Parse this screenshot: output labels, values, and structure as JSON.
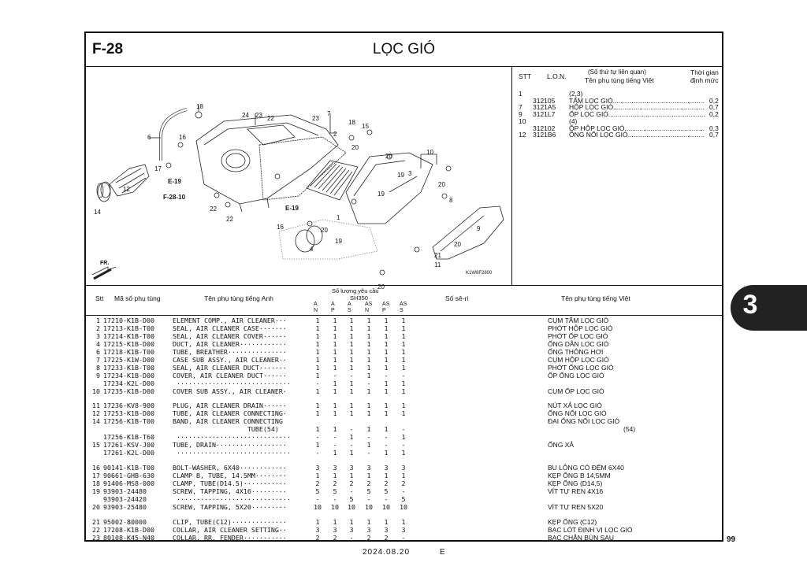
{
  "header": {
    "code": "F-28",
    "title": "LỌC GIÓ"
  },
  "diagram": {
    "code": "K1W8F2800",
    "fr_label": "FR.",
    "callouts": [
      "18",
      "6",
      "16",
      "24",
      "23",
      "22",
      "23",
      "7",
      "18",
      "15",
      "2",
      "20",
      "20",
      "10",
      "3",
      "19",
      "20",
      "8",
      "19",
      "17",
      "12",
      "E-19",
      "F-28-10",
      "14",
      "22",
      "22",
      "E-19",
      "16",
      "1",
      "20",
      "9",
      "19",
      "4",
      "20",
      "21",
      "11",
      "20"
    ]
  },
  "ref_table": {
    "h_stt": "STT",
    "h_lon": "L.O.N.",
    "h_desc_1": "(Số thứ tự liên quan)",
    "h_desc_2": "Tên phụ tùng tiếng Việt",
    "h_time_1": "Thời gian",
    "h_time_2": "định mức",
    "rows": [
      {
        "stt": "1",
        "lon": "",
        "desc": "(2,3)",
        "time": ""
      },
      {
        "stt": "",
        "lon": "312105",
        "desc": "TẤM LỌC GIÓ...........................................................",
        "time": "0,2"
      },
      {
        "stt": "7",
        "lon": "3121A5",
        "desc": "HỘP LỌC GIÓ...........................................................",
        "time": "0,7"
      },
      {
        "stt": "9",
        "lon": "3121L7",
        "desc": "ỐP LỌC GIÓ.............................................................",
        "time": "0,2"
      },
      {
        "stt": "10",
        "lon": "",
        "desc": "(4)",
        "time": ""
      },
      {
        "stt": "",
        "lon": "312102",
        "desc": "ỐP HỘP LỌC GIÓ.......................................................",
        "time": "0,3"
      },
      {
        "stt": "12",
        "lon": "3121B6",
        "desc": "ỐNG NỐI LỌC GIÓ......................................................",
        "time": "0,7"
      }
    ]
  },
  "parts_table": {
    "h_stt": "Stt",
    "h_partno": "Mã số phụ tùng",
    "h_en": "Tên phụ tùng tiếng Anh",
    "h_qty": "Số lượng yêu cầu",
    "h_model": "SH350",
    "qty_cols": [
      {
        "a": "A",
        "b": "N"
      },
      {
        "a": "A",
        "b": "P"
      },
      {
        "a": "A",
        "b": "S"
      },
      {
        "a": "AS",
        "b": "N"
      },
      {
        "a": "AS",
        "b": "P"
      },
      {
        "a": "AS",
        "b": "S"
      }
    ],
    "h_serial": "Số sê-ri",
    "h_vn": "Tên phụ tùng tiếng Việt",
    "rows": [
      {
        "stt": "1",
        "pn": "17210-K1B-D00",
        "en": "ELEMENT COMP., AIR CLEANER···",
        "q": [
          "1",
          "1",
          "1",
          "1",
          "1",
          "1"
        ],
        "vn": "CỤM TẤM LỌC GIÓ",
        "y": 0
      },
      {
        "stt": "2",
        "pn": "17213-K1B-T00",
        "en": "SEAL, AIR CLEANER CASE·······",
        "q": [
          "1",
          "1",
          "1",
          "1",
          "1",
          "1"
        ],
        "vn": "PHỚT HỘP LỌC GIÓ",
        "y": 1
      },
      {
        "stt": "3",
        "pn": "17214-K1B-T00",
        "en": "SEAL, AIR CLEANER COVER······",
        "q": [
          "1",
          "1",
          "1",
          "1",
          "1",
          "1"
        ],
        "vn": "PHỚT ỐP LỌC GIÓ",
        "y": 2
      },
      {
        "stt": "4",
        "pn": "17215-K1B-D00",
        "en": "DUCT, AIR CLEANER············",
        "q": [
          "1",
          "1",
          "1",
          "1",
          "1",
          "1"
        ],
        "vn": "ỐNG DẪN LỌC GIÓ",
        "y": 3
      },
      {
        "stt": "6",
        "pn": "17218-K1B-T00",
        "en": "TUBE, BREATHER···············",
        "q": [
          "1",
          "1",
          "1",
          "1",
          "1",
          "1"
        ],
        "vn": "ỐNG THÔNG HƠI",
        "y": 4
      },
      {
        "stt": "7",
        "pn": "17225-K1W-D00",
        "en": "CASE SUB ASSY., AIR CLEANER··",
        "q": [
          "1",
          "1",
          "1",
          "1",
          "1",
          "1"
        ],
        "vn": "CỤM HỘP LỌC GIÓ",
        "y": 5
      },
      {
        "stt": "8",
        "pn": "17233-K1B-T00",
        "en": "SEAL, AIR CLEANER DUCT·······",
        "q": [
          "1",
          "1",
          "1",
          "1",
          "1",
          "1"
        ],
        "vn": "PHỚT ỐNG LỌC GIÓ",
        "y": 6
      },
      {
        "stt": "9",
        "pn": "17234-K1B-D00",
        "en": "COVER, AIR CLEANER DUCT······",
        "q": [
          "1",
          "-",
          "-",
          "1",
          "-",
          "-"
        ],
        "vn": "ỐP ỐNG LỌC GIÓ",
        "y": 7
      },
      {
        "stt": "",
        "pn": "17234-K2L-D00",
        "en": " ·····························",
        "q": [
          "-",
          "1",
          "1",
          "-",
          "1",
          "1"
        ],
        "vn": "",
        "y": 8
      },
      {
        "stt": "10",
        "pn": "17235-K1B-D00",
        "en": "COVER SUB ASSY., AIR CLEANER·",
        "q": [
          "1",
          "1",
          "1",
          "1",
          "1",
          "1"
        ],
        "vn": "CỤM ỐP LỌC GIÓ",
        "y": 9
      },
      {
        "stt": "11",
        "pn": "17236-KV8-900",
        "en": "PLUG, AIR CLEANER DRAIN······",
        "q": [
          "1",
          "1",
          "1",
          "1",
          "1",
          "1"
        ],
        "vn": "NÚT XẢ LỌC GIÓ",
        "y": 10.9
      },
      {
        "stt": "12",
        "pn": "17253-K1B-D00",
        "en": "TUBE, AIR CLEANER CONNECTING·",
        "q": [
          "1",
          "1",
          "1",
          "1",
          "1",
          "1"
        ],
        "vn": "ỐNG NỐI LỌC GIÓ",
        "y": 11.9
      },
      {
        "stt": "14",
        "pn": "17256-K1B-T00",
        "en": "BAND, AIR CLEANER CONNECTING",
        "q": [
          "",
          "",
          "",
          "",
          "",
          ""
        ],
        "vn": "ĐAI ỐNG NỐI LỌC GIÓ",
        "y": 12.9
      },
      {
        "stt": "",
        "pn": "",
        "en": "                   TUBE(54)",
        "q": [
          "1",
          "1",
          "-",
          "1",
          "1",
          "-"
        ],
        "vn": "",
        "vn2": "(54)",
        "y": 13.9
      },
      {
        "stt": "",
        "pn": "17256-K1B-T60",
        "en": " ·····························",
        "q": [
          "-",
          "-",
          "1",
          "-",
          "-",
          "1"
        ],
        "vn": "",
        "y": 14.9
      },
      {
        "stt": "15",
        "pn": "17261-KSV-J00",
        "en": "TUBE, DRAIN··················",
        "q": [
          "1",
          "-",
          "-",
          "1",
          "-",
          "-"
        ],
        "vn": "ỐNG XẢ",
        "y": 15.9
      },
      {
        "stt": "",
        "pn": "17261-K2L-D00",
        "en": " ·····························",
        "q": [
          "-",
          "1",
          "1",
          "-",
          "1",
          "1"
        ],
        "vn": "",
        "y": 16.9
      },
      {
        "stt": "16",
        "pn": "90141-K1B-T00",
        "en": "BOLT-WASHER, 6X40············",
        "q": [
          "3",
          "3",
          "3",
          "3",
          "3",
          "3"
        ],
        "vn": "BU LÔNG CÓ ĐỆM 6X40",
        "y": 18.8
      },
      {
        "stt": "17",
        "pn": "90661-GHB-630",
        "en": "CLAMP B, TUBE, 14.5MM········",
        "q": [
          "1",
          "1",
          "1",
          "1",
          "1",
          "1"
        ],
        "vn": "KẸP ỐNG B 14,5MM",
        "y": 19.8
      },
      {
        "stt": "18",
        "pn": "91406-MS8-000",
        "en": "CLAMP, TUBE(D14.5)···········",
        "q": [
          "2",
          "2",
          "2",
          "2",
          "2",
          "2"
        ],
        "vn": "KẸP ỐNG (D14,5)",
        "y": 20.8
      },
      {
        "stt": "19",
        "pn": "93903-24480",
        "en": "SCREW, TAPPING, 4X16·········",
        "q": [
          "5",
          "5",
          "-",
          "5",
          "5",
          "-"
        ],
        "vn": "VÍT TỰ REN 4X16",
        "y": 21.8
      },
      {
        "stt": "",
        "pn": "93903-24420",
        "en": " ·····························",
        "q": [
          "-",
          "-",
          "5",
          "-",
          "-",
          "5"
        ],
        "vn": "",
        "y": 22.8
      },
      {
        "stt": "20",
        "pn": "93903-25480",
        "en": "SCREW, TAPPING, 5X20·········",
        "q": [
          "10",
          "10",
          "10",
          "10",
          "10",
          "10"
        ],
        "vn": "VÍT TỰ REN 5X20",
        "y": 23.8
      },
      {
        "stt": "21",
        "pn": "95002-80000",
        "en": "CLIP, TUBE(C12)··············",
        "q": [
          "1",
          "1",
          "1",
          "1",
          "1",
          "1"
        ],
        "vn": "KẸP ỐNG (C12)",
        "y": 25.7
      },
      {
        "stt": "22",
        "pn": "17208-K1B-D00",
        "en": "COLLAR, AIR CLEANER SETTING··",
        "q": [
          "3",
          "3",
          "3",
          "3",
          "3",
          "3"
        ],
        "vn": "BẠC LÓT ĐỊNH VỊ LỌC GIÓ",
        "y": 26.7
      },
      {
        "stt": "23",
        "pn": "80108-K45-N40",
        "en": "COLLAR, RR. FENDER···········",
        "q": [
          "2",
          "2",
          "-",
          "2",
          "2",
          "-"
        ],
        "vn": "BẠC CHẮN BÙN SAU",
        "y": 27.7
      }
    ]
  },
  "side_tab": "3",
  "page_number": "99",
  "footer": {
    "date": "2024.08.20",
    "mark": "E"
  }
}
